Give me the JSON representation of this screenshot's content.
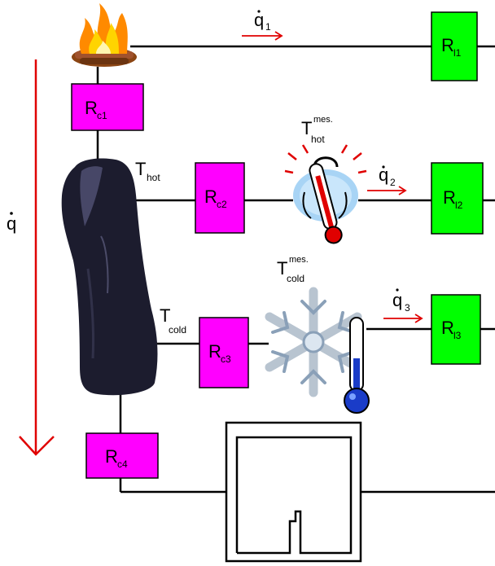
{
  "heat_flux_main": {
    "symbol": "q",
    "subscript": ""
  },
  "flows": [
    {
      "symbol": "q",
      "subscript": "1"
    },
    {
      "symbol": "q",
      "subscript": "2"
    },
    {
      "symbol": "q",
      "subscript": "3"
    }
  ],
  "resistors_contact": [
    {
      "letter": "R",
      "subscript": "c1"
    },
    {
      "letter": "R",
      "subscript": "c2"
    },
    {
      "letter": "R",
      "subscript": "c3"
    },
    {
      "letter": "R",
      "subscript": "c4"
    }
  ],
  "resistors_loss": [
    {
      "letter": "R",
      "subscript": "l1"
    },
    {
      "letter": "R",
      "subscript": "l2"
    },
    {
      "letter": "R",
      "subscript": "l3"
    }
  ],
  "temperatures": {
    "hot": {
      "symbol": "T",
      "subscript": "hot"
    },
    "cold": {
      "symbol": "T",
      "subscript": "cold"
    }
  },
  "measured_temperatures": {
    "hot": {
      "symbol": "T",
      "subscript": "hot",
      "superscript": "mes."
    },
    "cold": {
      "symbol": "T",
      "subscript": "cold",
      "superscript": "mes."
    }
  },
  "colors": {
    "contact_resistor": "#ff00ff",
    "loss_resistor": "#00ff00",
    "arrow": "#e00000",
    "wire": "#000000",
    "sample": "#1c1c2e"
  },
  "icons": [
    "fire-icon",
    "thermometer-hot-icon",
    "snowflake-thermometer-icon",
    "sample-block",
    "heat-sink-icon"
  ]
}
